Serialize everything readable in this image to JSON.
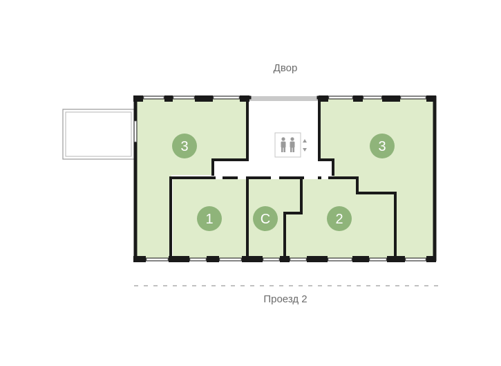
{
  "labels": {
    "courtyard": "Двор",
    "driveway": "Проезд 2"
  },
  "apartments": [
    {
      "id": "apt-3-left",
      "rooms": "3"
    },
    {
      "id": "apt-3-right",
      "rooms": "3"
    },
    {
      "id": "apt-1",
      "rooms": "1"
    },
    {
      "id": "apt-studio",
      "rooms": "С"
    },
    {
      "id": "apt-2",
      "rooms": "2"
    }
  ],
  "icons": {
    "elevator": "elevator-people-icon",
    "updown": "up-down-arrows-icon"
  },
  "colors": {
    "apartment_fill": "#dfeccb",
    "badge": "#8fb47a",
    "wall": "#1a1a1a",
    "window": "#ffffff",
    "label": "#6b6b6b"
  }
}
